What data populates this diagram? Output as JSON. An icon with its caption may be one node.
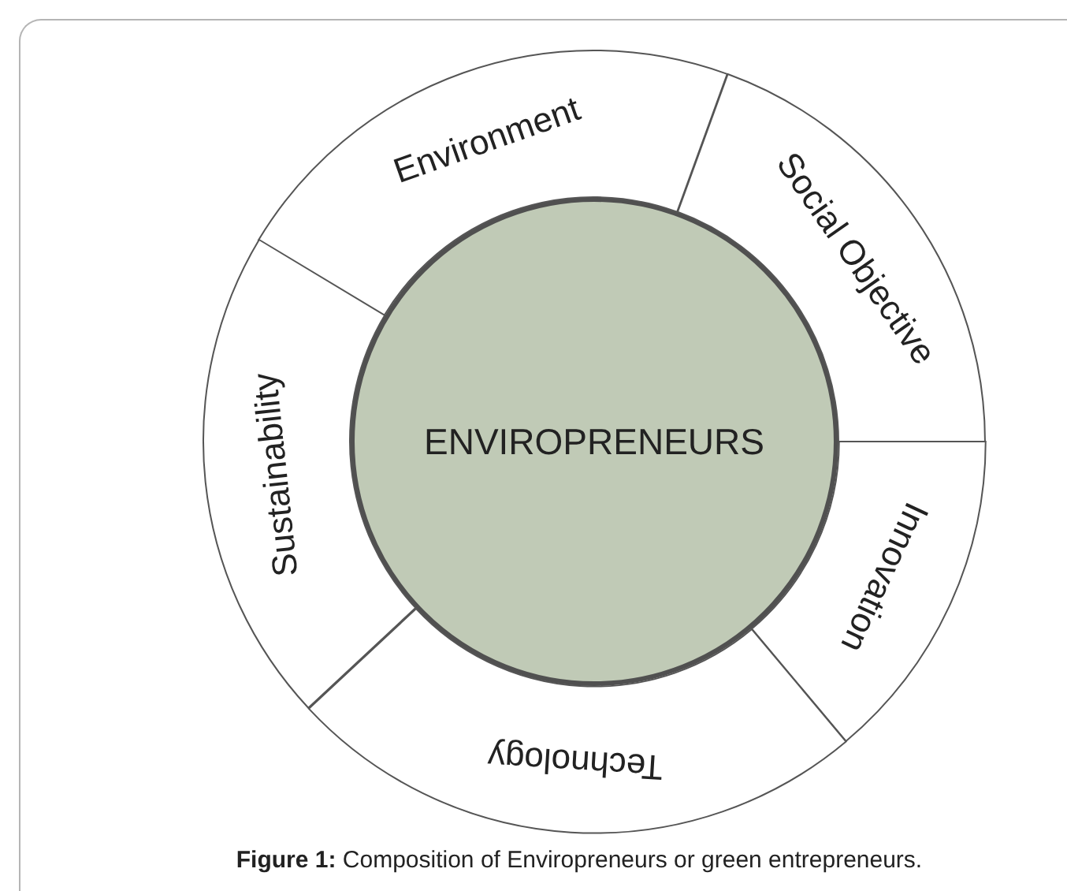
{
  "diagram": {
    "caption": "**Figure 1:** Composition of Enviropreneurs or green entrepreneurs.",
    "nodes": [
      {
        "text": [
          "ENVIROPRENEURS"
        ]
      },
      {
        "text": [
          "Environment"
        ]
      },
      {
        "text": [
          "Social Objective"
        ]
      },
      {
        "text": [
          "Innovation"
        ]
      },
      {
        "text": [
          "Technology"
        ]
      },
      {
        "text": [
          "Sustainability"
        ]
      }
    ]
  }
}
